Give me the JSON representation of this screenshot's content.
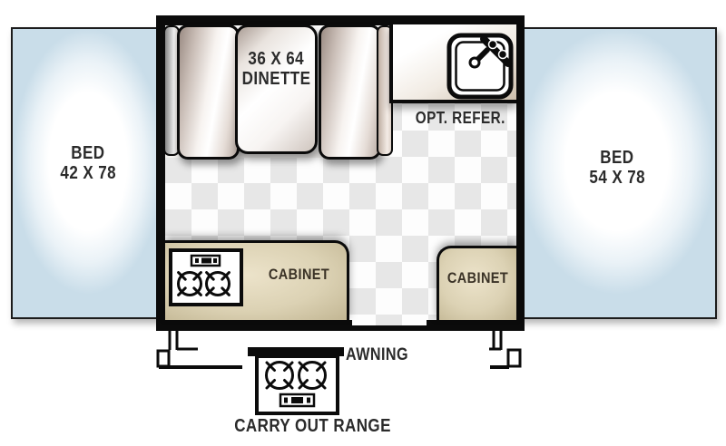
{
  "diagram": {
    "type": "rv-popup-camper-floorplan",
    "beds": {
      "left": {
        "name": "BED",
        "size": "42 X 78"
      },
      "right": {
        "name": "BED",
        "size": "54 X 78"
      }
    },
    "dinette": {
      "size": "36 X 64",
      "name": "DINETTE"
    },
    "refrigerator_label": "OPT. REFER.",
    "cabinet_left_label": "CABINET",
    "cabinet_right_label": "CABINET",
    "awning_label": "AWNING",
    "carry_out_range_label": "CARRY OUT RANGE"
  },
  "icons": {
    "sink": "sink-icon",
    "cooktop": "cooktop-icon",
    "carry_out_range": "range-icon",
    "stabilizer_jack_left": "stabilizer-jack-icon",
    "stabilizer_jack_right": "stabilizer-jack-icon",
    "awning_rail": "awning-rail-bar"
  },
  "colors": {
    "wall": "#0b0b0b",
    "bed_edge_blue": "#c9dde9",
    "cabinet_tan": "#dcd2b4",
    "cushion_tan": "#b3a69e",
    "floor_diamond": "#e7e7e7",
    "label_text": "#2b2b2b"
  }
}
